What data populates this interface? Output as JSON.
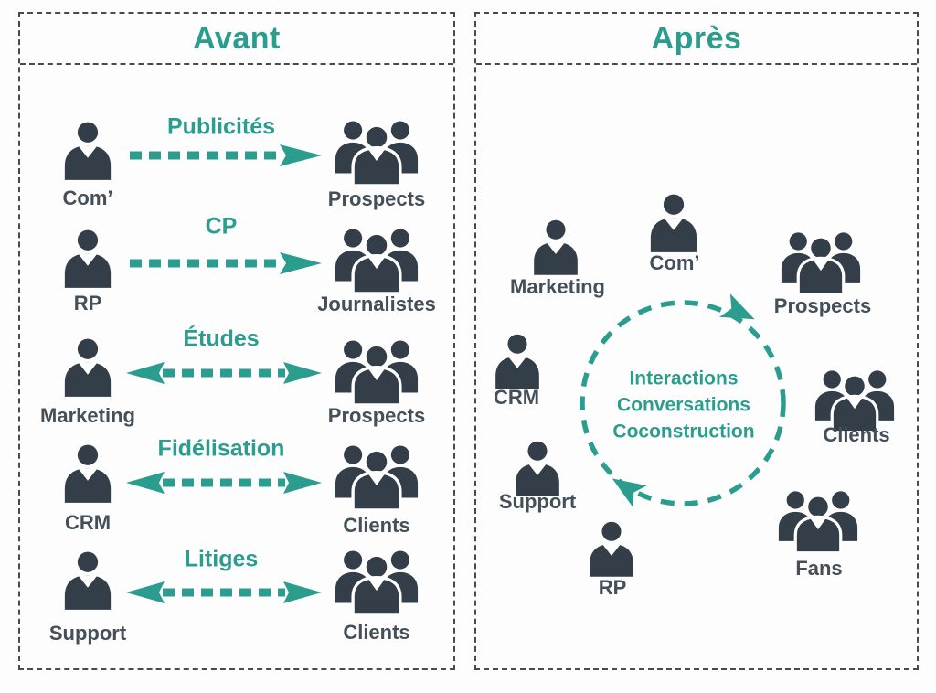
{
  "colors": {
    "teal": "#2a9d8f",
    "icon_dark": "#333e48",
    "label_gray": "#454f59",
    "border_gray": "#4a4a4a",
    "background": "#fdfdfd"
  },
  "panels": {
    "avant": {
      "title": "Avant",
      "rows": [
        {
          "source": "Com’",
          "label": "Publicités",
          "target": "Prospects",
          "direction": "right"
        },
        {
          "source": "RP",
          "label": "CP",
          "target": "Journalistes",
          "direction": "right"
        },
        {
          "source": "Marketing",
          "label": "Études",
          "target": "Prospects",
          "direction": "both"
        },
        {
          "source": "CRM",
          "label": "Fidélisation",
          "target": "Clients",
          "direction": "both"
        },
        {
          "source": "Support",
          "label": "Litiges",
          "target": "Clients",
          "direction": "both"
        }
      ]
    },
    "apres": {
      "title": "Après",
      "actors": [
        {
          "name": "Marketing",
          "type": "person"
        },
        {
          "name": "Com’",
          "type": "person"
        },
        {
          "name": "Prospects",
          "type": "group"
        },
        {
          "name": "CRM",
          "type": "person"
        },
        {
          "name": "Clients",
          "type": "group"
        },
        {
          "name": "Support",
          "type": "person"
        },
        {
          "name": "RP",
          "type": "person"
        },
        {
          "name": "Fans",
          "type": "group"
        }
      ],
      "cycle": {
        "lines": [
          "Interactions",
          "Conversations",
          "Coconstruction"
        ],
        "direction": "clockwise"
      }
    }
  }
}
